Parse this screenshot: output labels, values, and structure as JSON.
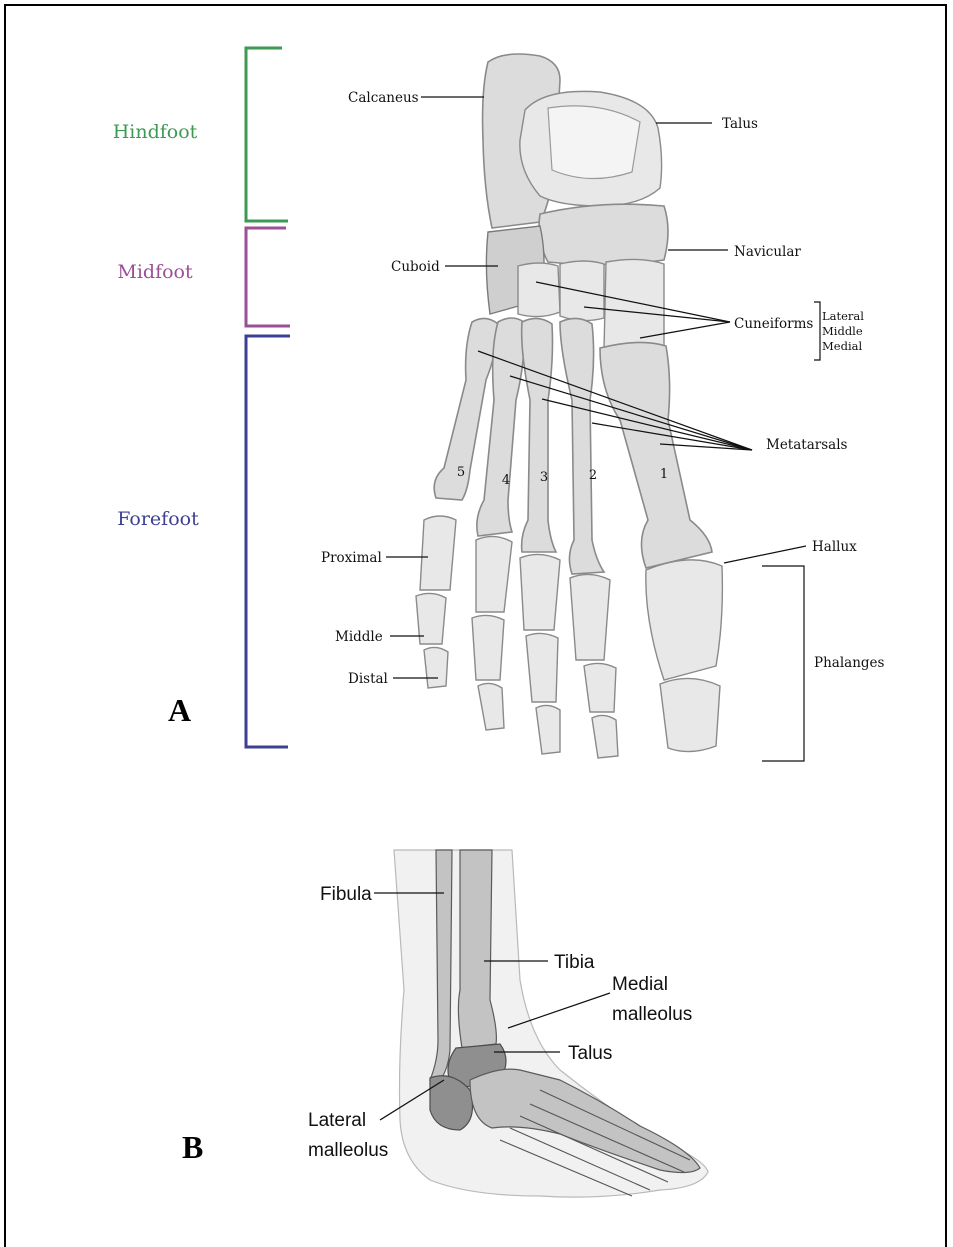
{
  "panelA": {
    "panel_label": "A",
    "regions": {
      "hindfoot": "Hindfoot",
      "midfoot": "Midfoot",
      "forefoot": "Forefoot"
    },
    "region_colors": {
      "hindfoot": "#3d9a52",
      "midfoot": "#9b4f96",
      "forefoot": "#3c3f93"
    },
    "labels": {
      "calcaneus": "Calcaneus",
      "talus": "Talus",
      "navicular": "Navicular",
      "cuboid": "Cuboid",
      "cuneiforms": "Cuneiforms",
      "metatarsals": "Metatarsals",
      "hallux": "Hallux",
      "phalanges": "Phalanges",
      "proximal": "Proximal",
      "middle": "Middle",
      "distal": "Distal"
    },
    "cuneiform_types": [
      "Lateral",
      "Middle",
      "Medial"
    ],
    "metatarsal_numbers": [
      "5",
      "4",
      "3",
      "2",
      "1"
    ]
  },
  "panelB": {
    "panel_label": "B",
    "labels": {
      "fibula": "Fibula",
      "tibia": "Tibia",
      "medial_malleolus_1": "Medial",
      "medial_malleolus_2": "malleolus",
      "talus": "Talus",
      "lateral_malleolus_1": "Lateral",
      "lateral_malleolus_2": "malleolus"
    }
  }
}
